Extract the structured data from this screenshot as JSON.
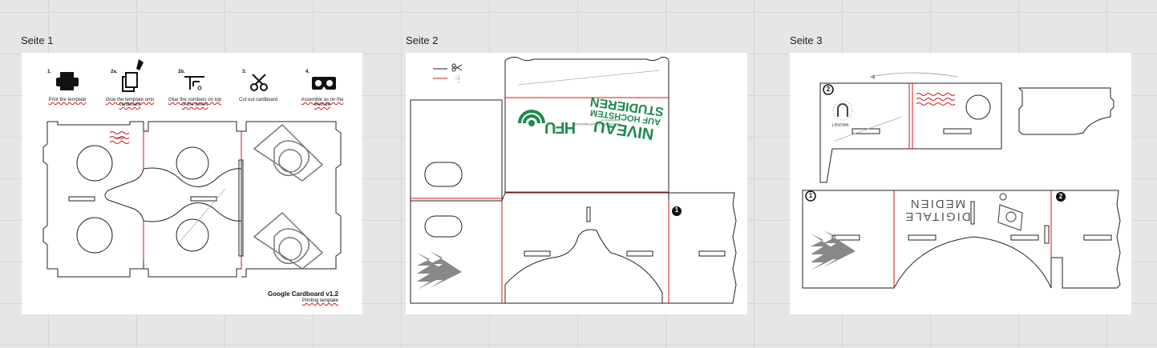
{
  "canvas": {
    "background": "#e6e6e6",
    "grid_color": "#d6d6d6"
  },
  "pages": [
    {
      "label": "Seite 1",
      "steps": [
        {
          "num": "1.",
          "icon": "printer-icon",
          "text": "Print the template"
        },
        {
          "num": "2a.",
          "icon": "glue-template-icon",
          "text": "Glue the template onto cardboard"
        },
        {
          "num": "2b.",
          "icon": "glue-numbers-icon",
          "text": "Glue the numbers on top of the boxes"
        },
        {
          "num": "3.",
          "icon": "scissors-icon",
          "text": "Cut out cardboard"
        },
        {
          "num": "4.",
          "icon": "vr-headset-icon",
          "text": "Assemble as on the website"
        }
      ],
      "footer_title": "Google Cardboard v1.2",
      "footer_subtitle": "Printing template"
    },
    {
      "label": "Seite 2",
      "logo_text": "HFU",
      "logo_subtext": "HOCHSCHULE FURTWANGEN UNIVERSITY",
      "slogan_lines": [
        "NIVEAU",
        "AUF HOCHSTEM",
        "STUDIEREN"
      ],
      "badge": "1",
      "colors": {
        "brand_green": "#1f8a4c",
        "cut_red": "#d4141b"
      }
    },
    {
      "label": "Seite 3",
      "badges": [
        "2",
        "1",
        "2"
      ],
      "magnet_label": "MAGNET",
      "banner_lines": [
        "DIGITALE",
        "MEDIEN"
      ]
    }
  ]
}
